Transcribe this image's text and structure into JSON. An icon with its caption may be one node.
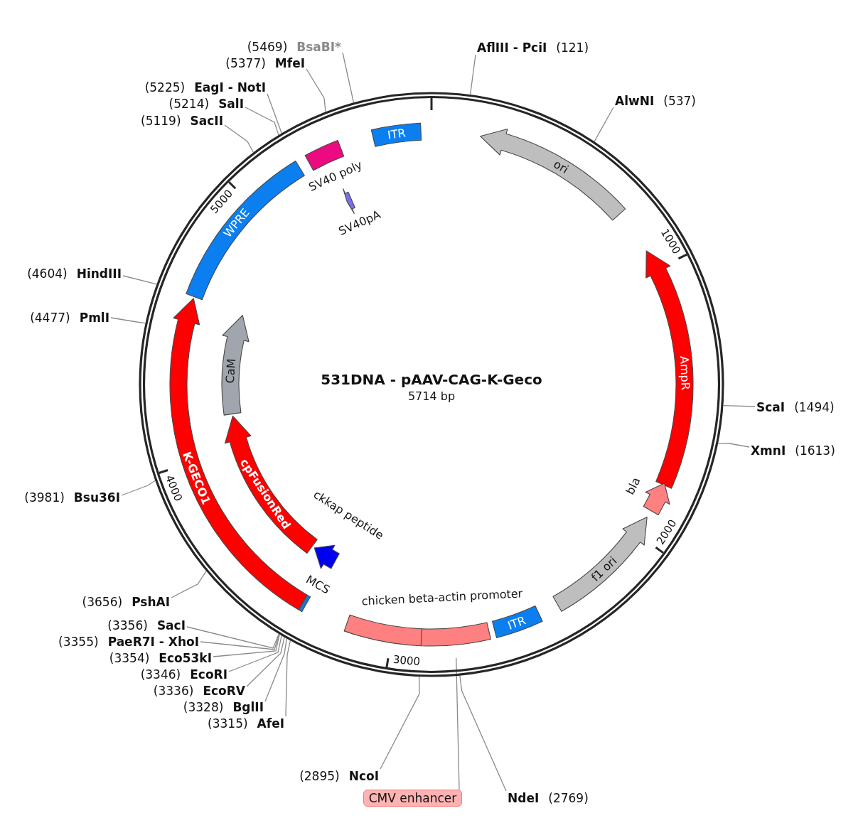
{
  "diagram": {
    "title": "531DNA - pAAV-CAG-K-Geco",
    "nodes": [
      {
        "text": [],
        "shape": "circle"
      },
      {
        "text": [
          "(5469)",
          "BsaBI*"
        ]
      },
      {
        "text": [
          "AflIII - PciI",
          "(121)"
        ]
      },
      {
        "text": [
          "(5377)",
          "MfeI"
        ]
      },
      {
        "text": [
          "(5225)",
          "EagI - NotI"
        ]
      },
      {
        "text": [
          "AlwNI",
          "(537)"
        ]
      },
      {
        "text": [
          "(5214)",
          "SalI"
        ]
      },
      {
        "text": [
          "(5119)",
          "SacII"
        ]
      },
      {
        "text": [
          "ITR"
        ],
        "in": 0
      },
      {
        "text": [
          "ori"
        ],
        "in": 0
      },
      {
        "text": [
          "SV40 poly"
        ],
        "in": 0
      },
      {
        "text": [
          "WPRE"
        ],
        "in": 0
      },
      {
        "text": [
          "SV40pA"
        ],
        "in": 0
      },
      {
        "text": [
          "(4604)",
          "HindIII"
        ]
      },
      {
        "text": [
          "AmpR"
        ],
        "in": 0
      },
      {
        "text": [
          "(4477)",
          "PmlI"
        ]
      },
      {
        "text": [
          "K-GECO1"
        ],
        "in": 0
      },
      {
        "text": [
          "CaM"
        ],
        "in": 0
      },
      {
        "text": [
          "cpFusionRed"
        ],
        "in": 0
      },
      {
        "text": [
          "ScaI",
          "(1494)"
        ]
      },
      {
        "text": [
          "XmnI",
          "(1613)"
        ]
      },
      {
        "text": [
          "bla"
        ],
        "in": 0
      },
      {
        "text": [
          "(3981)",
          "Bsu36I"
        ]
      },
      {
        "text": [
          "ckkap peptide"
        ],
        "in": 0
      },
      {
        "text": [
          "f1 ori"
        ],
        "in": 0
      },
      {
        "text": [
          "MCS"
        ],
        "in": 0
      },
      {
        "text": [
          "(3656)",
          "PshAI"
        ]
      },
      {
        "text": [
          "chicken beta-actin promoter"
        ],
        "in": 0
      },
      {
        "text": [
          "ITR"
        ],
        "in": 0
      },
      {
        "text": [
          "(3356)",
          "SacI"
        ]
      },
      {
        "text": [
          "(3355)",
          "PaeR7I - XhoI"
        ]
      },
      {
        "text": [
          "(3354)",
          "Eco53kI"
        ]
      },
      {
        "text": [
          "(3346)",
          "EcoRI"
        ]
      },
      {
        "text": [
          "(3336)",
          "EcoRV"
        ]
      },
      {
        "text": [
          "(3328)",
          "BglII"
        ]
      },
      {
        "text": [
          "(3315)",
          "AfeI"
        ]
      },
      {
        "text": [
          "(2895)",
          "NcoI"
        ]
      },
      {
        "text": [
          "CMV enhancer"
        ]
      },
      {
        "text": [
          "NdeI",
          "(2769)"
        ]
      }
    ],
    "edges": [
      {
        "from": 1,
        "to": 0,
        "arrow": "none"
      },
      {
        "from": 2,
        "to": 0,
        "arrow": "none"
      },
      {
        "from": 3,
        "to": 0,
        "arrow": "none"
      },
      {
        "from": 4,
        "to": 0,
        "arrow": "none"
      },
      {
        "from": 5,
        "to": 0,
        "arrow": "none"
      },
      {
        "from": 6,
        "to": 0,
        "arrow": "none"
      },
      {
        "from": 7,
        "to": 0,
        "arrow": "none"
      },
      {
        "from": 13,
        "to": 0,
        "arrow": "none"
      },
      {
        "from": 15,
        "to": 0,
        "arrow": "none"
      },
      {
        "from": 19,
        "to": 0,
        "arrow": "none"
      },
      {
        "from": 20,
        "to": 0,
        "arrow": "none"
      },
      {
        "from": 22,
        "to": 0,
        "arrow": "none"
      },
      {
        "from": 26,
        "to": 0,
        "arrow": "none"
      },
      {
        "from": 29,
        "to": 0,
        "arrow": "none"
      },
      {
        "from": 30,
        "to": 0,
        "arrow": "none"
      },
      {
        "from": 31,
        "to": 0,
        "arrow": "none"
      },
      {
        "from": 32,
        "to": 0,
        "arrow": "none"
      },
      {
        "from": 33,
        "to": 0,
        "arrow": "none"
      },
      {
        "from": 34,
        "to": 0,
        "arrow": "none"
      },
      {
        "from": 35,
        "to": 0,
        "arrow": "none"
      },
      {
        "from": 36,
        "to": 0,
        "arrow": "none"
      },
      {
        "from": 37,
        "to": null,
        "arrow": "none"
      },
      {
        "from": 38,
        "to": 0,
        "arrow": "none"
      }
    ],
    "labels": [
      "5000",
      "1000",
      "5714 bp",
      "4000",
      "2000",
      "3000"
    ]
  }
}
